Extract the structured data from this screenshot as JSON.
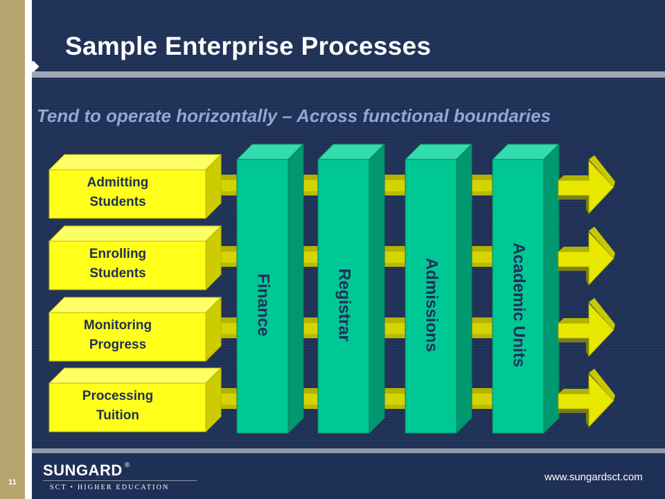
{
  "slide": {
    "title": "Sample Enterprise Processes",
    "subtitle": "Tend to operate horizontally – Across functional boundaries",
    "page_number": "11"
  },
  "processes": [
    {
      "line1": "Admitting",
      "line2": "Students"
    },
    {
      "line1": "Enrolling",
      "line2": "Students"
    },
    {
      "line1": "Monitoring",
      "line2": "Progress"
    },
    {
      "line1": "Processing",
      "line2": "Tuition"
    }
  ],
  "functions": [
    "Finance",
    "Registrar",
    "Admissions",
    "Academic Units"
  ],
  "footer": {
    "logo": "SUNGARD",
    "logo_mark": "®",
    "logo_sub": "SCT • HIGHER EDUCATION",
    "website": "www.sungardsct.com"
  },
  "colors": {
    "background": "#1f3056",
    "process_box": "#ffff1a",
    "column": "#00c895",
    "subtitle": "#8fa8d6"
  }
}
